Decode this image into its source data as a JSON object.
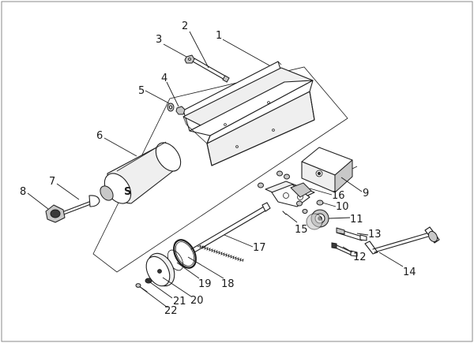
{
  "callouts": {
    "c1": "1",
    "c2": "2",
    "c3": "3",
    "c4": "4",
    "c5": "5",
    "c6": "6",
    "c7": "7",
    "c8": "8",
    "c9": "9",
    "c10": "10",
    "c11": "11",
    "c12": "12",
    "c13": "13",
    "c14": "14",
    "c15": "15",
    "c16": "16",
    "c17": "17",
    "c18": "18",
    "c19": "19",
    "c20": "20",
    "c21": "21",
    "c22": "22"
  },
  "part_mark": "S"
}
